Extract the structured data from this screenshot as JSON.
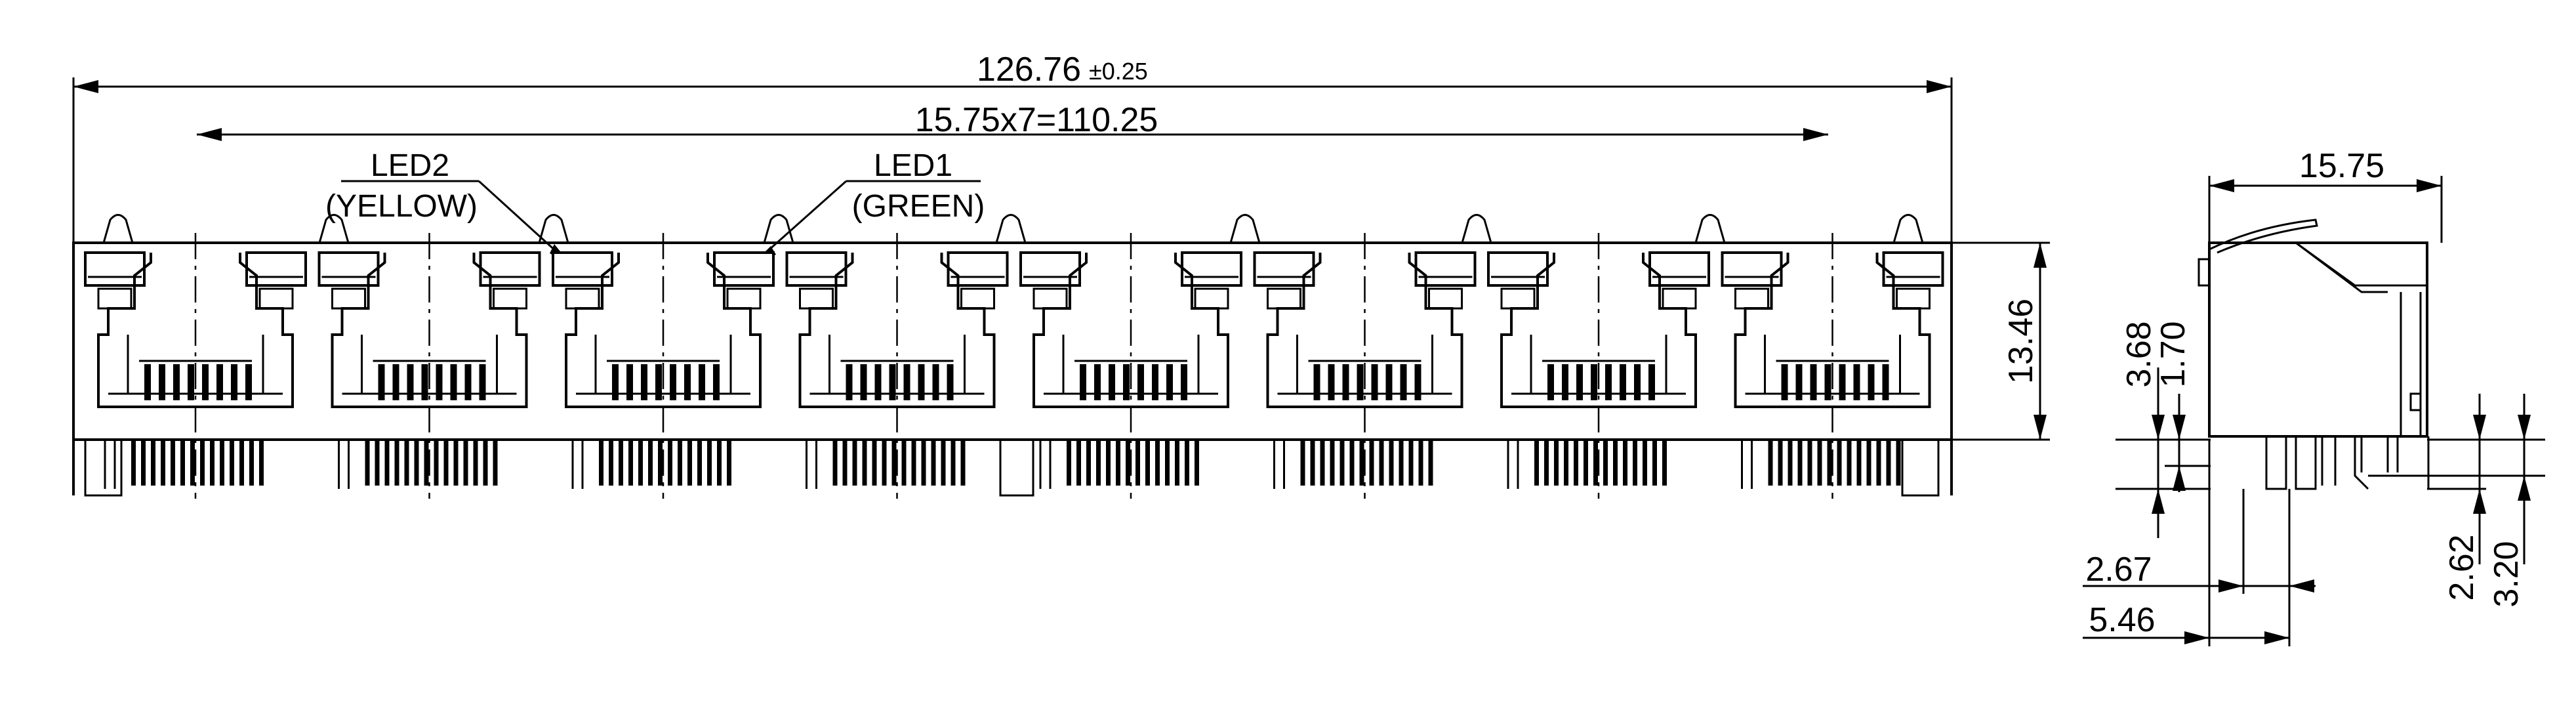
{
  "dimensions": {
    "overall_width": "126.76",
    "overall_tolerance": "±0.25",
    "pitch_total": "15.75x7=110.25",
    "height": "13.46",
    "side_width": "15.75",
    "side_h1": "3.68",
    "side_h2": "1.70",
    "side_b1": "2.67",
    "side_b2": "5.46",
    "side_r1": "2.62",
    "side_r2": "3.20"
  },
  "labels": {
    "led2": "LED2",
    "led2_color": "(YELLOW)",
    "led1": "LED1",
    "led1_color": "(GREEN)"
  },
  "ports": {
    "count": 8,
    "pins_per_port": 8
  }
}
